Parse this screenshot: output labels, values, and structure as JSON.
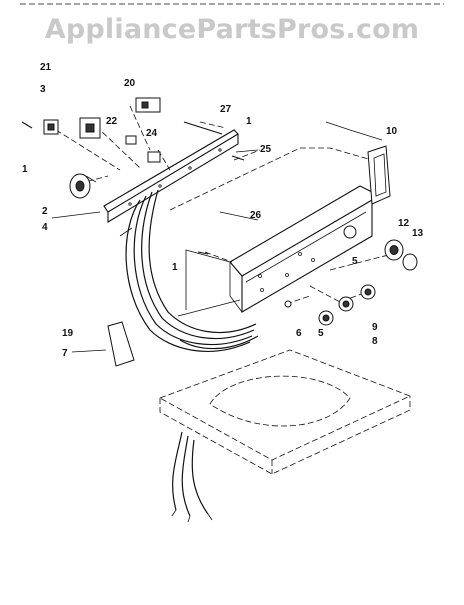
{
  "watermark": "AppliancePartsPros.com",
  "callouts": [
    "1",
    "2",
    "3",
    "4",
    "5",
    "6",
    "7",
    "8",
    "9",
    "10",
    "12",
    "13",
    "19",
    "20",
    "21",
    "22",
    "24",
    "25",
    "26",
    "27"
  ]
}
